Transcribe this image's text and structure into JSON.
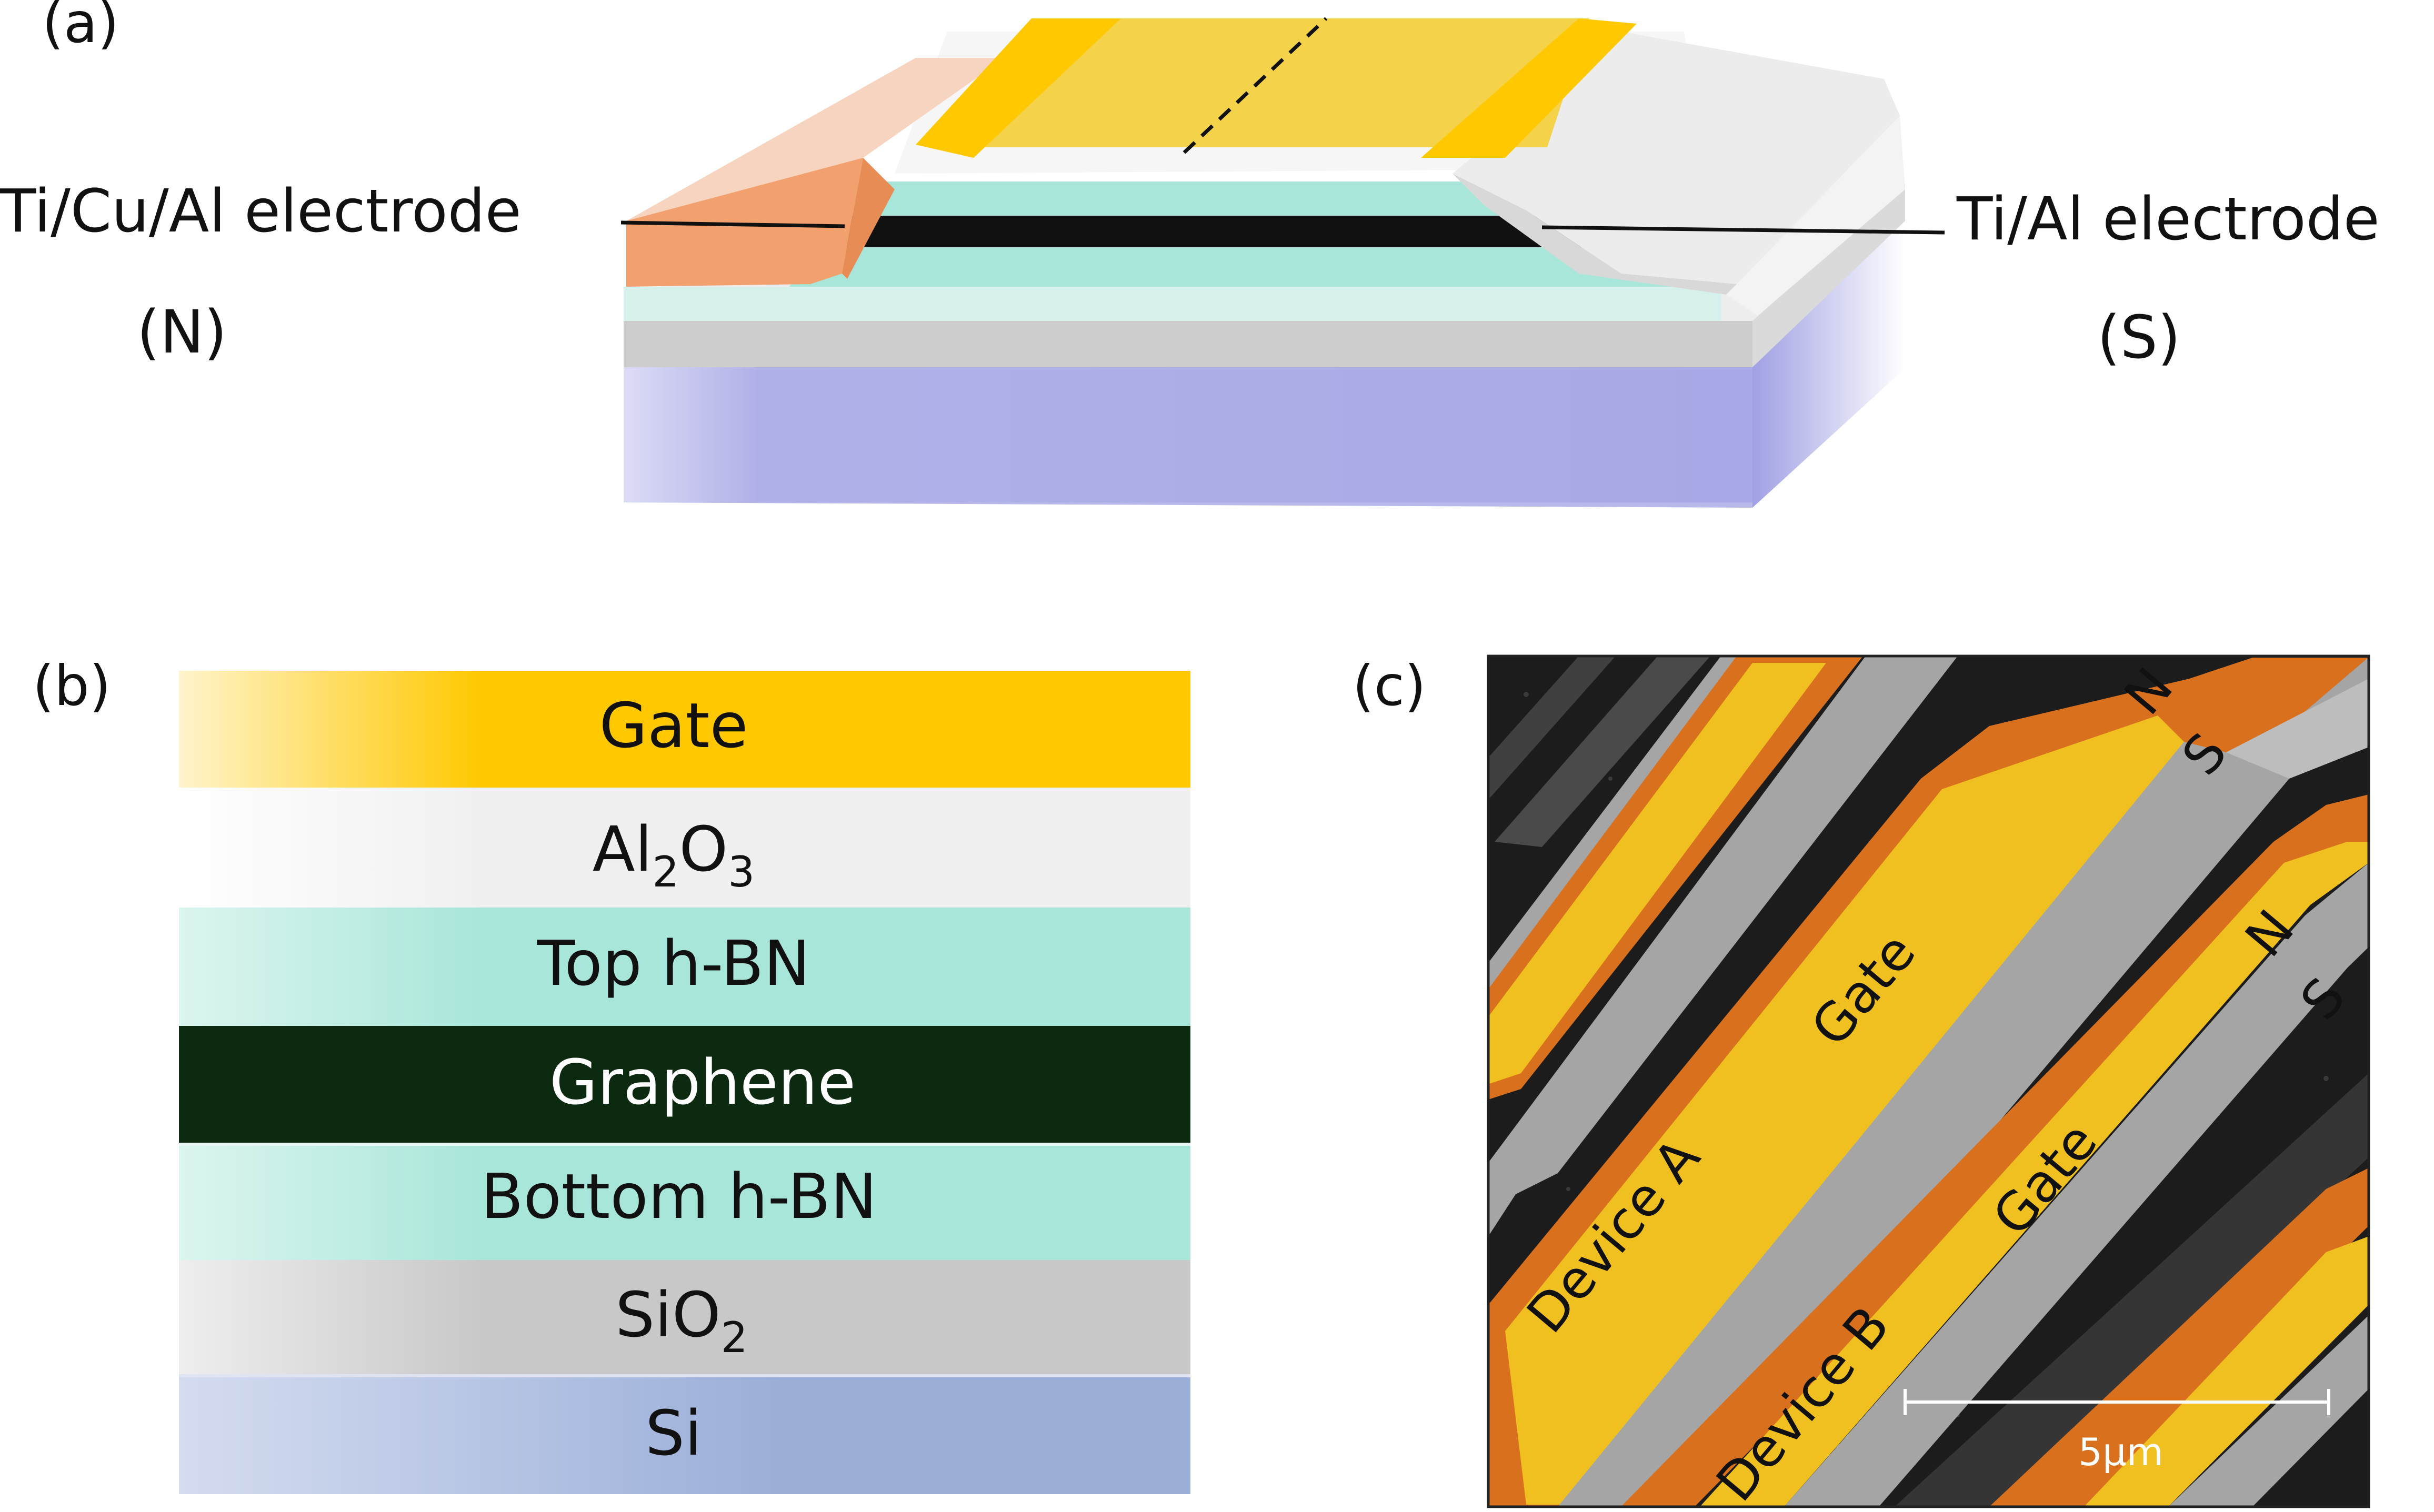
{
  "panels": {
    "a": {
      "label": "(a)",
      "left_electrode": "Ti/Cu/Al electrode",
      "left_terminal": "(N)",
      "right_electrode": "Ti/Al electrode",
      "right_terminal": "(S)"
    },
    "b": {
      "label": "(b)",
      "layers": {
        "gate": "Gate",
        "oxide_base": "Al",
        "oxide_sub1": "2",
        "oxide_mid": "O",
        "oxide_sub2": "3",
        "top_hbn": "Top h-BN",
        "graphene": "Graphene",
        "bottom_hbn": "Bottom h-BN",
        "sio2_base": "SiO",
        "sio2_sub": "2",
        "si": "Si"
      }
    },
    "c": {
      "label": "(c)",
      "n_top": "N",
      "s_top": "S",
      "n_bottom": "N",
      "s_bottom": "S",
      "gate_a": "Gate",
      "gate_b": "Gate",
      "device_a": "Device A",
      "device_b": "Device B",
      "scale": "5µm"
    }
  },
  "colors": {
    "gate": "#ffc800",
    "oxide": "#eeeeee",
    "hbn": "#a9e6da",
    "graphene": "#0b2a10",
    "sio2": "#c8c8c8",
    "si": "#a8a8e6",
    "cu_electrode": "#f2a06e",
    "sem_background": "#1c1c1c",
    "sem_orange": "#d8701e",
    "sem_yellow": "#f0c020",
    "sem_gray": "#a5a5a5"
  }
}
